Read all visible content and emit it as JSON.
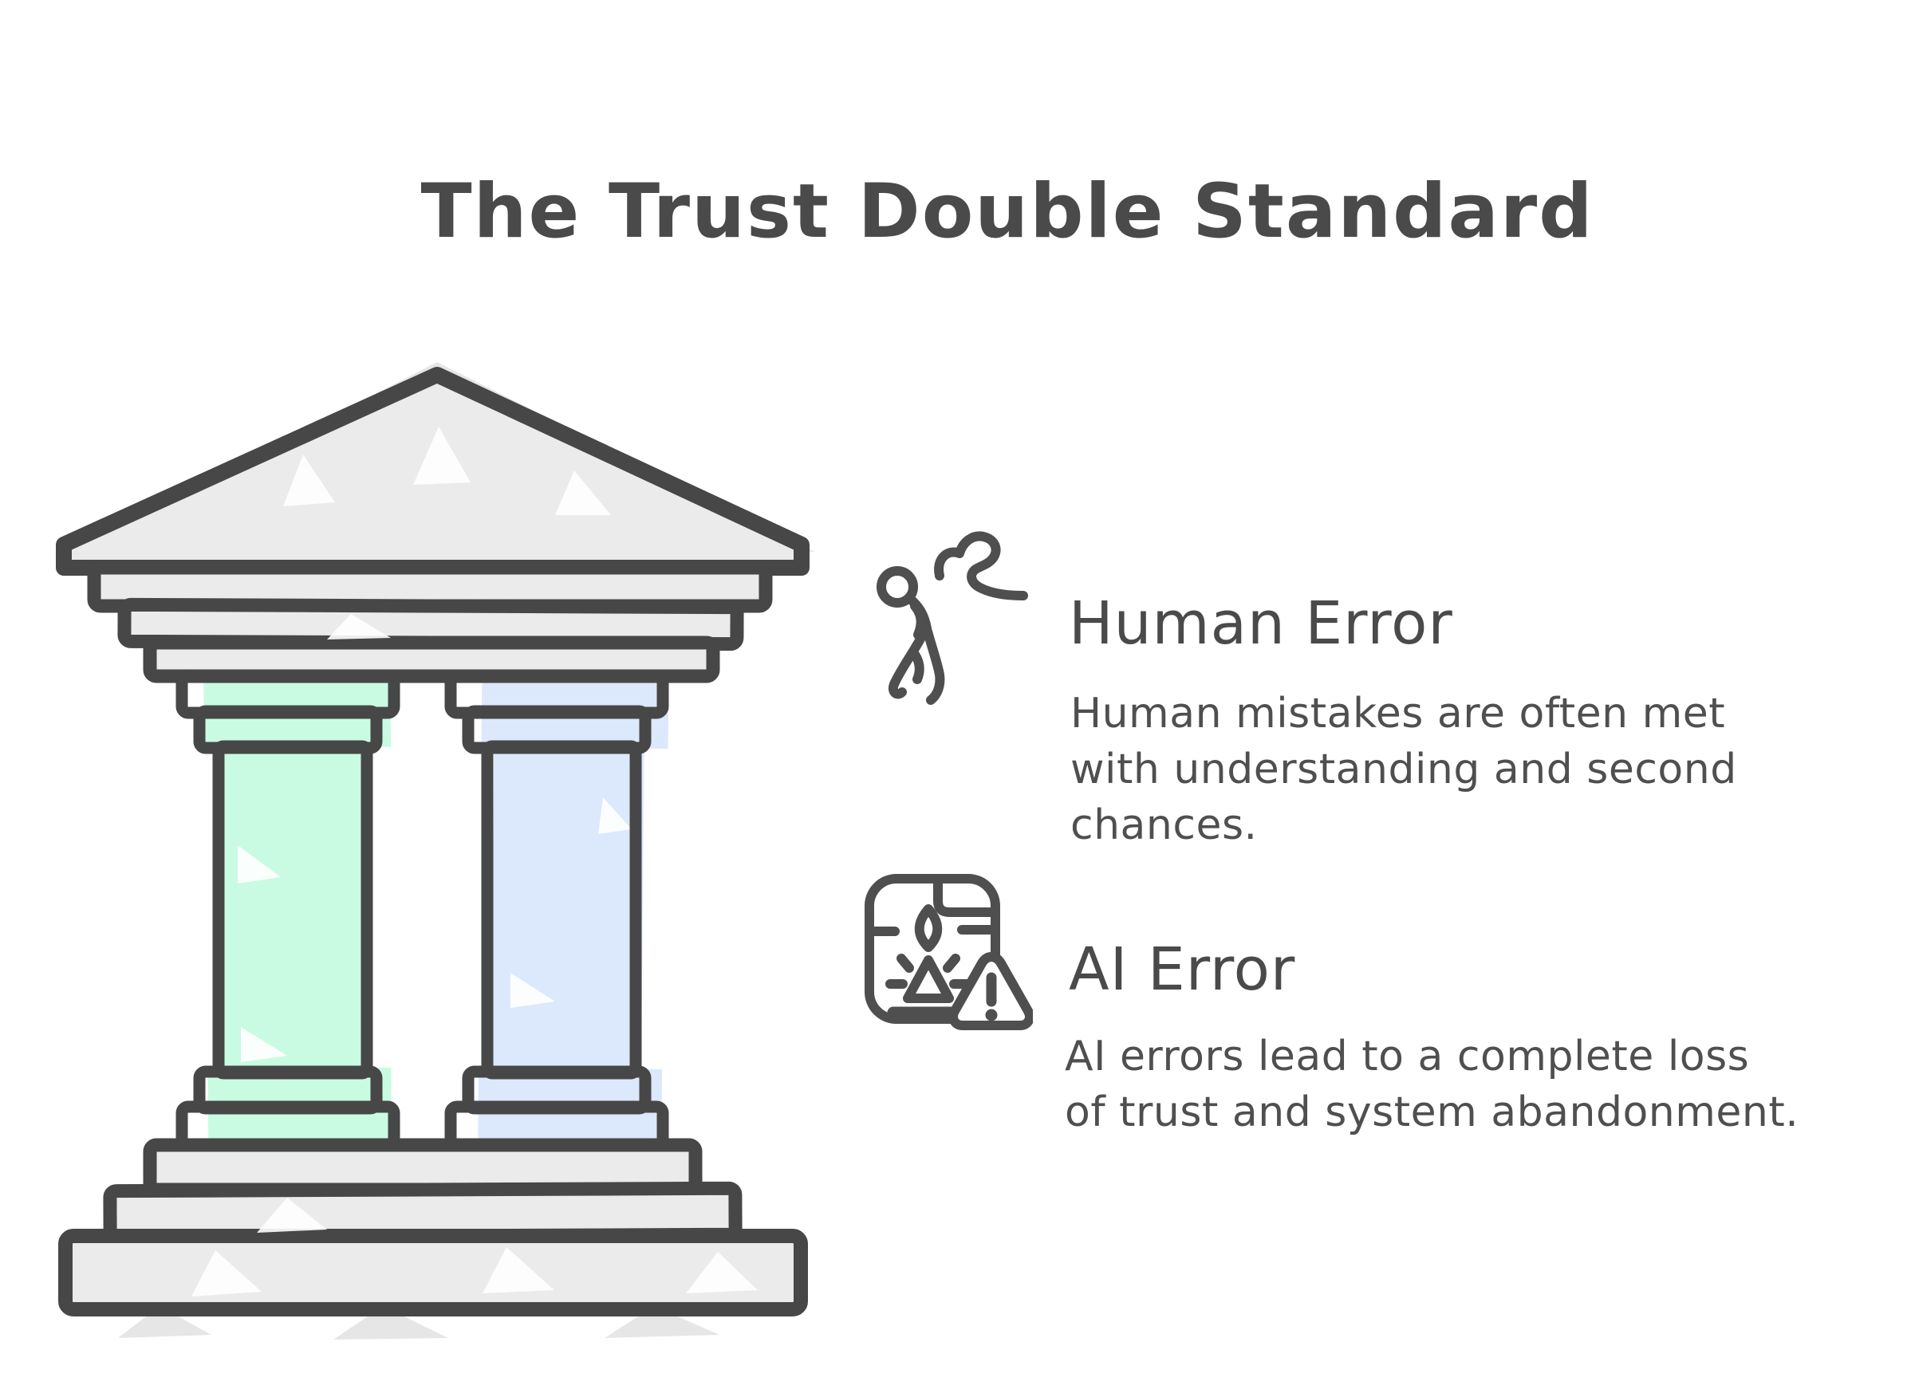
{
  "title": "The Trust Double Standard",
  "colors": {
    "ink": "#4a4a4a",
    "line": "#474747",
    "mint": "#c9fbe3",
    "periwinkle": "#dce8fb",
    "stone": "#ebebeb"
  },
  "illustration": {
    "name": "greek-temple-two-pillars",
    "left_pillar_color": "#c9fbe3",
    "right_pillar_color": "#dce8fb"
  },
  "sections": [
    {
      "id": "human-error",
      "icon": "stumbling-person-icon",
      "heading": "Human Error",
      "body": "Human mistakes are often met\nwith understanding and second\nchances."
    },
    {
      "id": "ai-error",
      "icon": "machine-warning-icon",
      "heading": "AI Error",
      "body": "AI errors lead to a complete loss\nof trust and system abandonment."
    }
  ]
}
